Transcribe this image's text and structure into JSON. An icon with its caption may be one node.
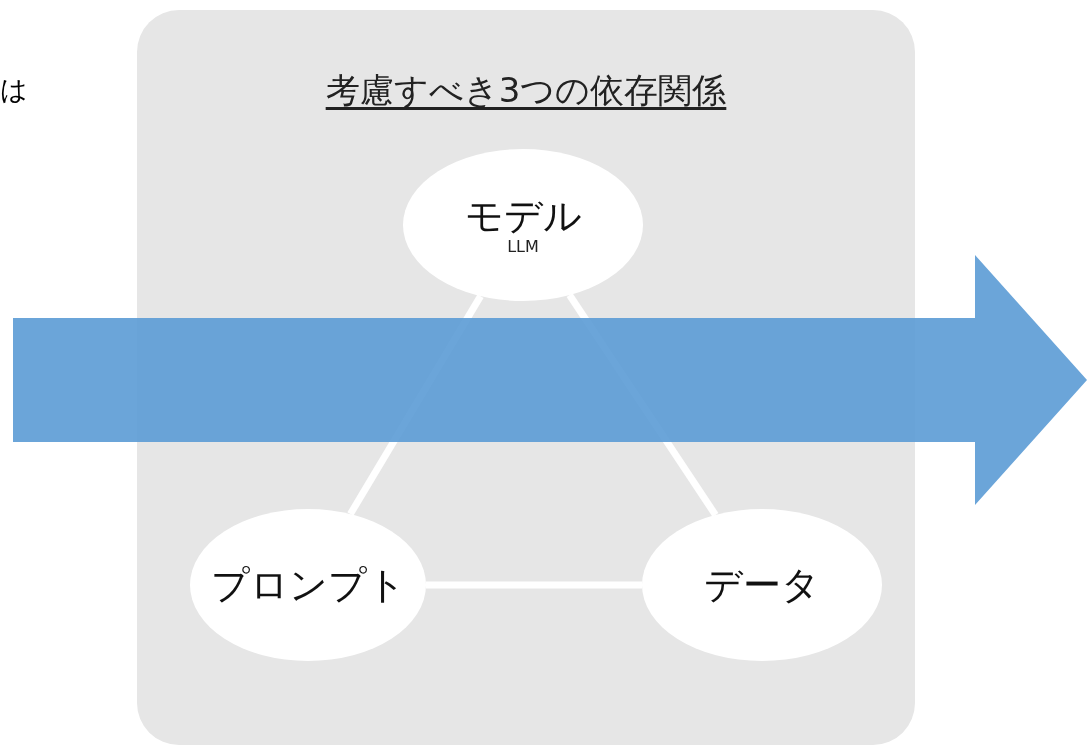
{
  "diagram": {
    "nodes": [
      {
        "text": [
          "考慮すべき3つの依存関係"
        ]
      },
      {
        "text": [
          "モデル",
          "LLM"
        ],
        "in": 0
      },
      {
        "text": [
          "プロンプト"
        ],
        "in": 0
      },
      {
        "text": [
          "データ"
        ],
        "in": 0
      }
    ],
    "edges": [
      {
        "from": 1,
        "to": 2,
        "arrow": "none",
        "color": "#ffffff"
      },
      {
        "from": 1,
        "to": 3,
        "arrow": "none",
        "color": "#ffffff"
      },
      {
        "from": 2,
        "to": 3,
        "arrow": "none",
        "color": "#ffffff"
      }
    ],
    "labels": [
      "は"
    ]
  }
}
